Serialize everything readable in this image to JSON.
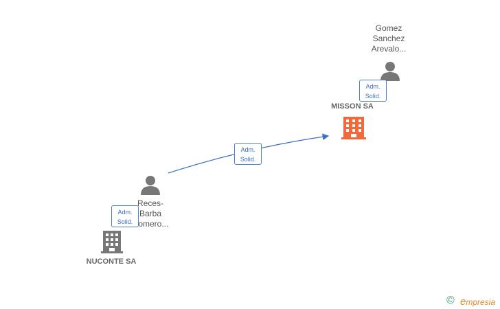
{
  "nodes": {
    "person_gomez": {
      "label_lines": [
        "Gomez",
        "Sanchez",
        "Arevalo..."
      ]
    },
    "company_misson": {
      "label": "MISSON SA"
    },
    "person_reces": {
      "label_lines": [
        "Reces-",
        "Barba",
        "Romero..."
      ]
    },
    "company_nuconte": {
      "label": "NUCONTE SA"
    }
  },
  "edges": [
    {
      "line1": "Adm.",
      "line2": "Solid."
    },
    {
      "line1": "Adm.",
      "line2": "Solid."
    },
    {
      "line1": "Adm.",
      "line2": "Solid."
    }
  ],
  "footer": {
    "copyright_symbol": "©",
    "brand_initial": "e",
    "brand_rest": "mpresia"
  },
  "colors": {
    "highlight_company": "#f26a3c",
    "company": "#777777",
    "person": "#777777",
    "edge": "#3b6fc4"
  }
}
